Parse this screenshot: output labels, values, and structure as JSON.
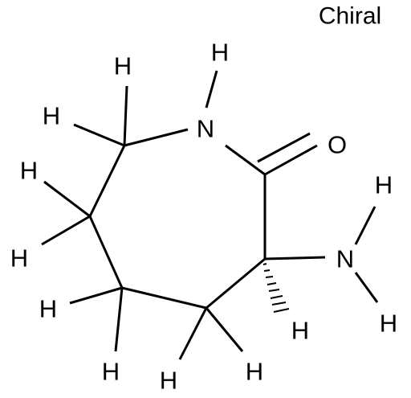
{
  "chiral_flag": "Chiral",
  "atoms": {
    "N1": "N",
    "O": "O",
    "N_amino": "N",
    "H_N1": "H",
    "H_amino_top": "H",
    "H_amino_bottom": "H",
    "H_C3": "H",
    "H_C7a": "H",
    "H_C7b": "H",
    "H_C6a": "H",
    "H_C6b": "H",
    "H_C5a": "H",
    "H_C5b": "H",
    "H_C4a": "H",
    "H_C4b": "H"
  }
}
